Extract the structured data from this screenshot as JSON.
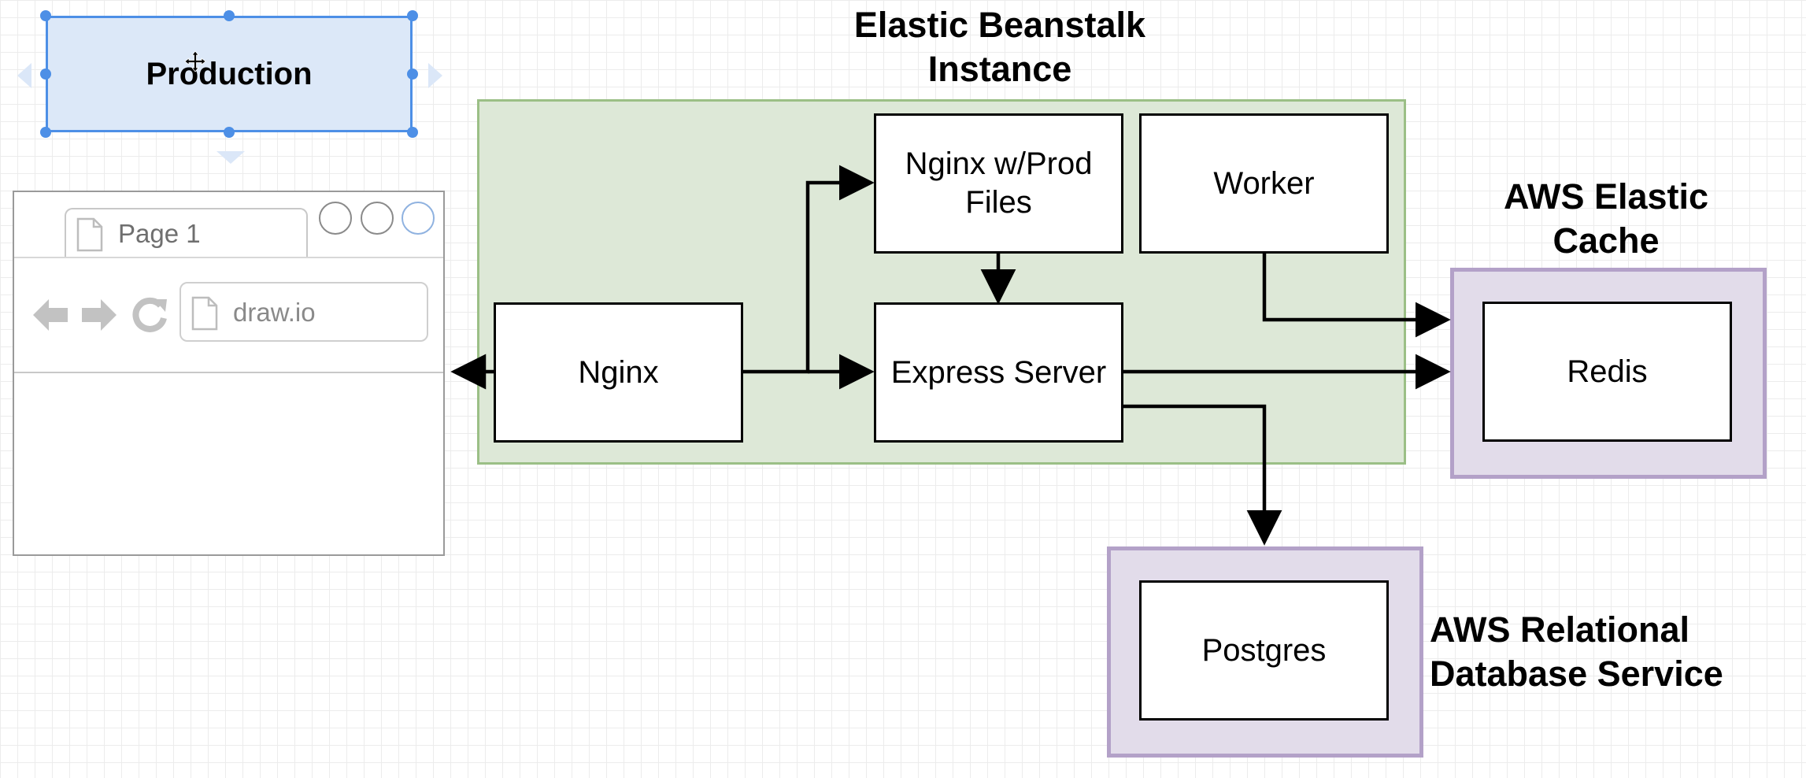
{
  "diagram": {
    "selected_shape": {
      "label": "Production"
    },
    "browser": {
      "tab_label": "Page 1",
      "url_text": "draw.io"
    },
    "groups": {
      "beanstalk": {
        "title": "Elastic Beanstalk\nInstance"
      },
      "elasticache": {
        "title": "AWS Elastic\nCache"
      },
      "rds": {
        "title": "AWS Relational\nDatabase Service"
      }
    },
    "nodes": {
      "nginx": "Nginx",
      "nginx_prod": "Nginx w/Prod\nFiles",
      "worker": "Worker",
      "express": "Express Server",
      "redis": "Redis",
      "postgres": "Postgres"
    },
    "colors": {
      "beanstalk_fill": "#dde8d7",
      "beanstalk_border": "#9bbf86",
      "aws_group_fill": "#e2dcea",
      "aws_group_border": "#b3a1c8",
      "selection": "#4d8fe6",
      "selection_fill": "#dce8f8"
    },
    "edges": [
      {
        "from": "Nginx",
        "to": "browser"
      },
      {
        "from": "Nginx",
        "to": "Nginx w/Prod Files"
      },
      {
        "from": "Nginx",
        "to": "Express Server"
      },
      {
        "from": "Nginx w/Prod Files",
        "to": "Express Server"
      },
      {
        "from": "Worker",
        "to": "Redis"
      },
      {
        "from": "Express Server",
        "to": "Redis"
      },
      {
        "from": "Express Server",
        "to": "Postgres"
      }
    ]
  }
}
